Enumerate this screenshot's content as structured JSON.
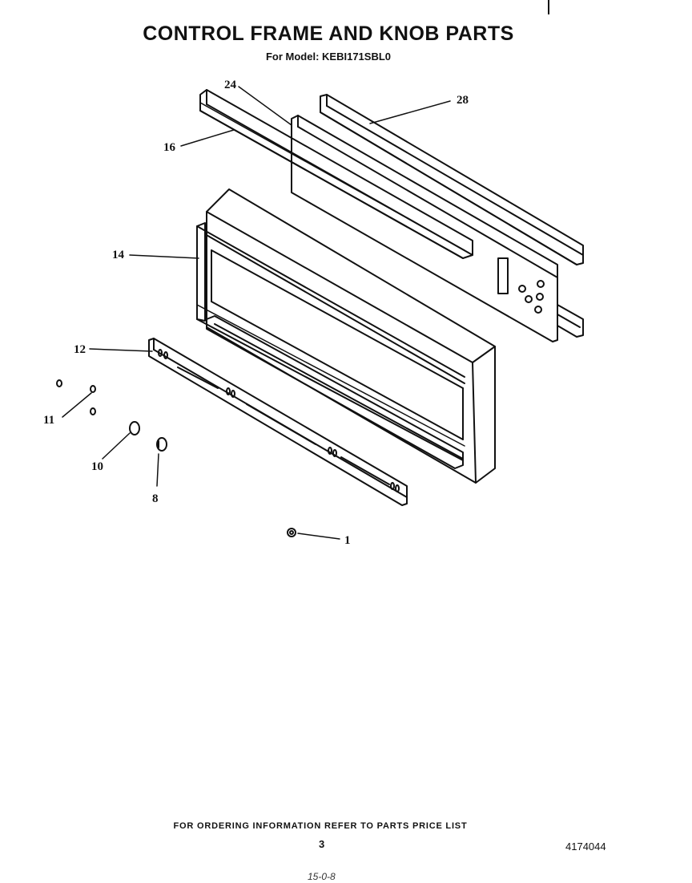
{
  "header": {
    "title": "CONTROL FRAME AND KNOB PARTS",
    "model": "For Model: KEBI171SBL0"
  },
  "callouts": {
    "c24": "24",
    "c28": "28",
    "c16": "16",
    "c14": "14",
    "c12": "12",
    "c11": "11",
    "c10": "10",
    "c8": "8",
    "c1": "1"
  },
  "footer": {
    "ordering_note": "FOR ORDERING INFORMATION REFER TO PARTS PRICE LIST",
    "page_number": "3",
    "document_number": "4174044",
    "handwritten_note": "15-0-8"
  }
}
